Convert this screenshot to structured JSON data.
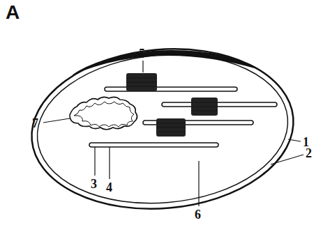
{
  "diagram": {
    "labels": [
      "A",
      "5",
      "1",
      "2",
      "7",
      "3",
      "4",
      "6"
    ]
  }
}
